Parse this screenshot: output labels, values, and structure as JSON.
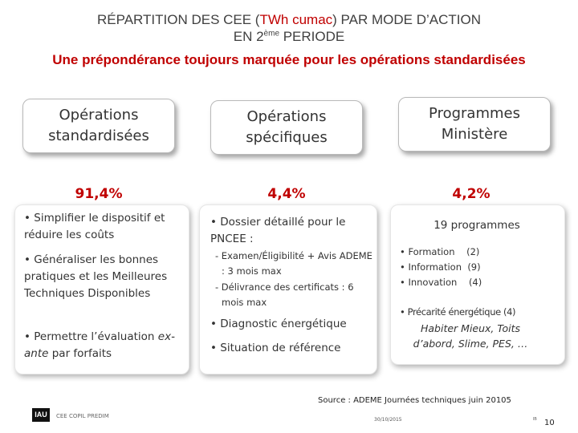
{
  "title": {
    "line1_pre": "RÉPARTITION DES CEE (",
    "line1_red": "TWh cumac",
    "line1_post": ") PAR MODE D’ACTION",
    "line2_pre": "EN 2",
    "line2_sup": "ème",
    "line2_post": " PERIODE",
    "subtitle": "Une prépondérance toujours marquée pour les opérations standardisées"
  },
  "columns": [
    {
      "header": "Opérations\nstandardisées",
      "percent": "91,4%",
      "bullets": [
        "• Simplifier le dispositif et réduire les coûts",
        "• Généraliser les bonnes pratiques et les Meilleures Techniques Disponibles"
      ],
      "bullet3_pre": "• Permettre l’évaluation ",
      "bullet3_italic": "ex-ante",
      "bullet3_post": " par forfaits"
    },
    {
      "header": "Opérations\nspécifiques",
      "percent": "4,4%",
      "bullet1": "• Dossier détaillé pour le PNCEE :",
      "sub1": "- Examen/Éligibilité + Avis ADEME : 3 mois max",
      "sub2": "- Délivrance des certificats : 6 mois max",
      "bullet2": "• Diagnostic énergétique",
      "bullet3": "• Situation de référence"
    },
    {
      "header": "Programmes\nMinistère",
      "percent": "4,2%",
      "count": "19 programmes",
      "items": [
        "• Formation    (2)",
        "• Information  (9)",
        "• Innovation    (4)"
      ],
      "precarite": "• Précarité énergétique (4)",
      "precarite_detail": "Habiter Mieux, Toits d’abord, Slime, PES, …"
    }
  ],
  "footer": {
    "source": "Source : ADEME Journées techniques juin 20105",
    "logo": "IAU",
    "copil": "CEE COPIL PREDIM",
    "date": "30/10/2015",
    "mini": "IB",
    "page": "10"
  }
}
